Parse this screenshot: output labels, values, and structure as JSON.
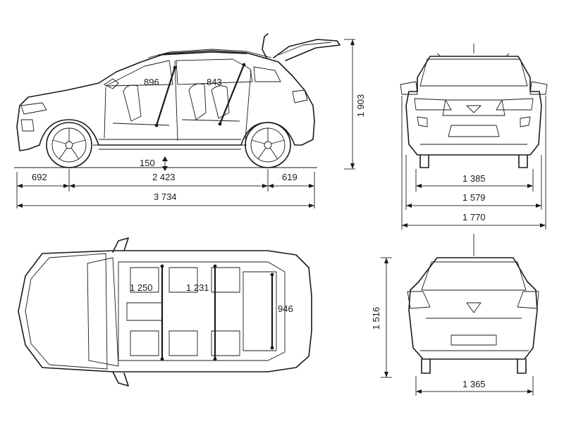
{
  "dimensions": {
    "side": {
      "headroom_front": "896",
      "headroom_rear": "843",
      "ground_clearance": "150",
      "front_overhang": "692",
      "wheelbase": "2 423",
      "rear_overhang": "619",
      "overall_length": "3 734",
      "height": "1 903"
    },
    "front": {
      "front_track": "1 385",
      "width_body": "1 579",
      "width_mirrors": "1 770"
    },
    "top": {
      "shoulder_front": "1 250",
      "shoulder_rear": "1 231",
      "boot_length": "946"
    },
    "rear": {
      "rear_track": "1 365",
      "height": "1 516"
    }
  }
}
